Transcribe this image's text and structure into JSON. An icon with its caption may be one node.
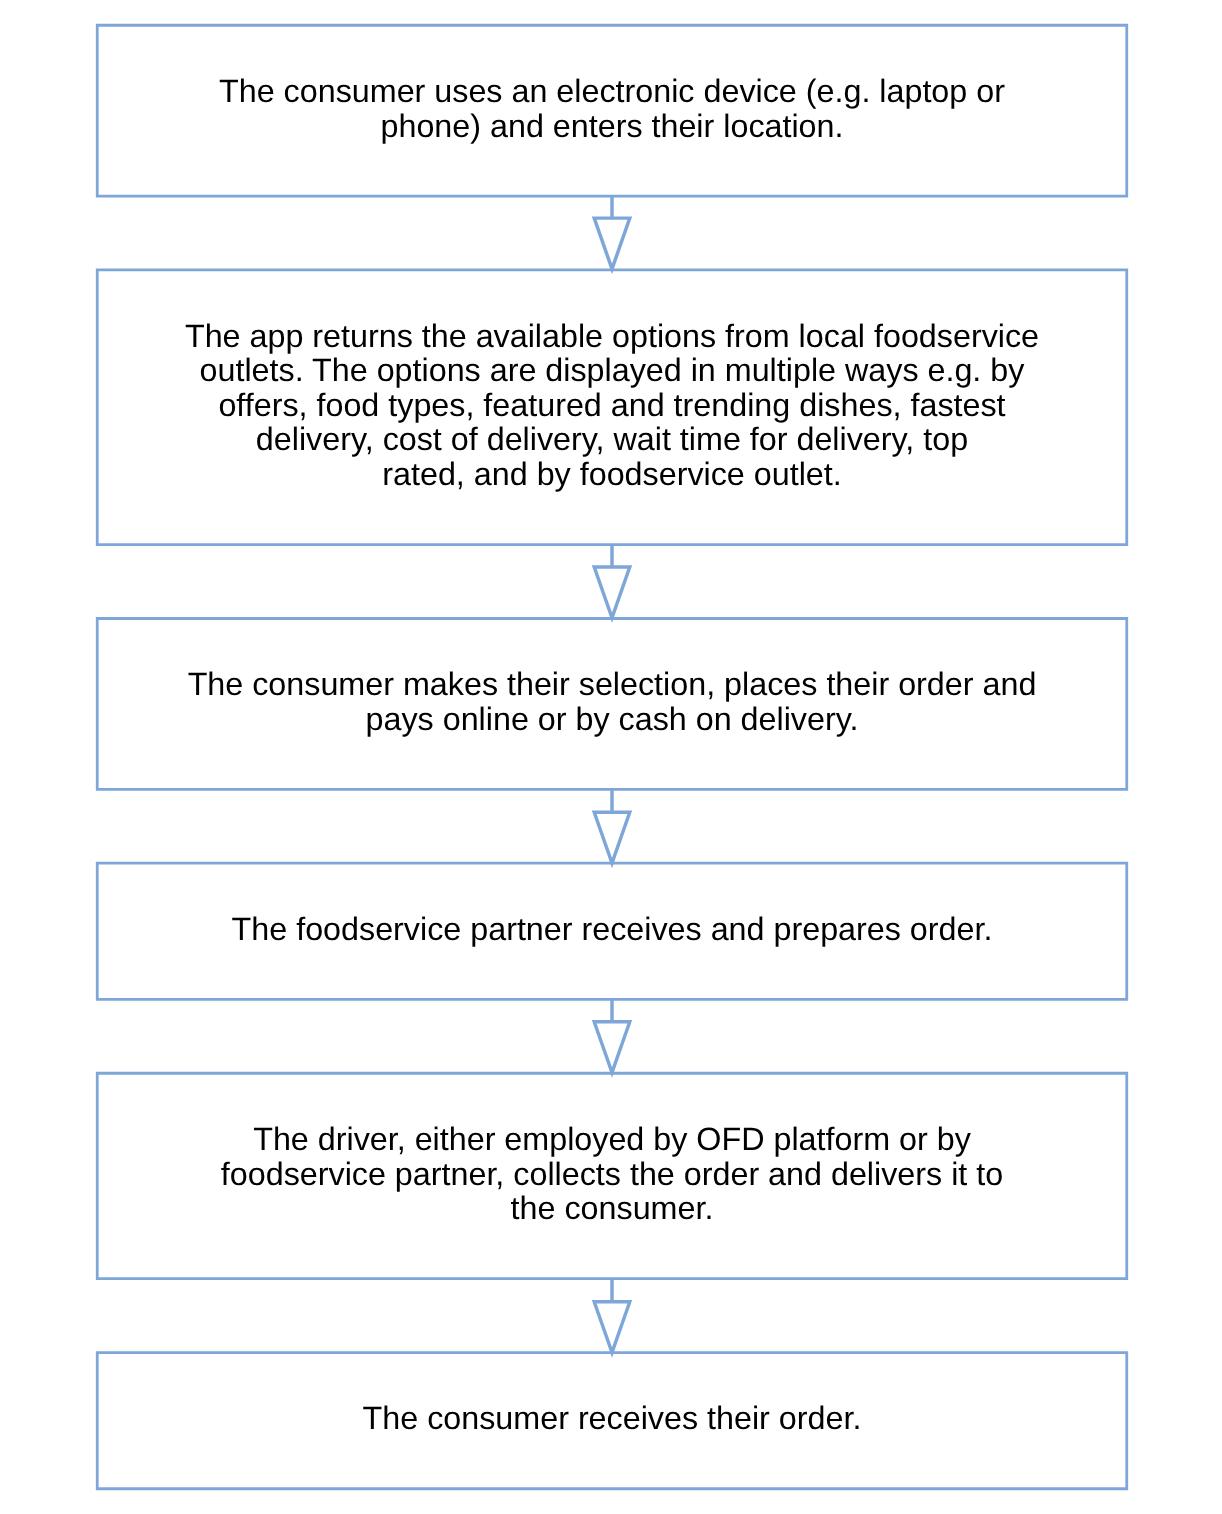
{
  "diagram": {
    "nodes": [
      {
        "text": [
          "The consumer uses an electronic device (e.g. laptop or phone) and enters their location."
        ]
      },
      {
        "text": [
          "The app returns the available options from local foodservice outlets. The options are displayed in multiple ways e.g. by offers, food types, featured and trending dishes, fastest delivery, cost of delivery, wait time for delivery, top rated, and by foodservice outlet."
        ]
      },
      {
        "text": [
          "The consumer makes their selection, places their order and pays online or by cash on delivery."
        ]
      },
      {
        "text": [
          "The foodservice partner receives and prepares order."
        ]
      },
      {
        "text": [
          "The driver, either employed by OFD platform or by foodservice partner, collects the order and delivers it to the consumer."
        ]
      },
      {
        "text": [
          "The consumer receives their order."
        ]
      }
    ],
    "edges": [
      {
        "from": 0,
        "to": 1,
        "arrow": "to"
      },
      {
        "from": 1,
        "to": 2,
        "arrow": "to"
      },
      {
        "from": 2,
        "to": 3,
        "arrow": "to"
      },
      {
        "from": 3,
        "to": 4,
        "arrow": "to"
      },
      {
        "from": 4,
        "to": 5,
        "arrow": "to"
      }
    ]
  }
}
